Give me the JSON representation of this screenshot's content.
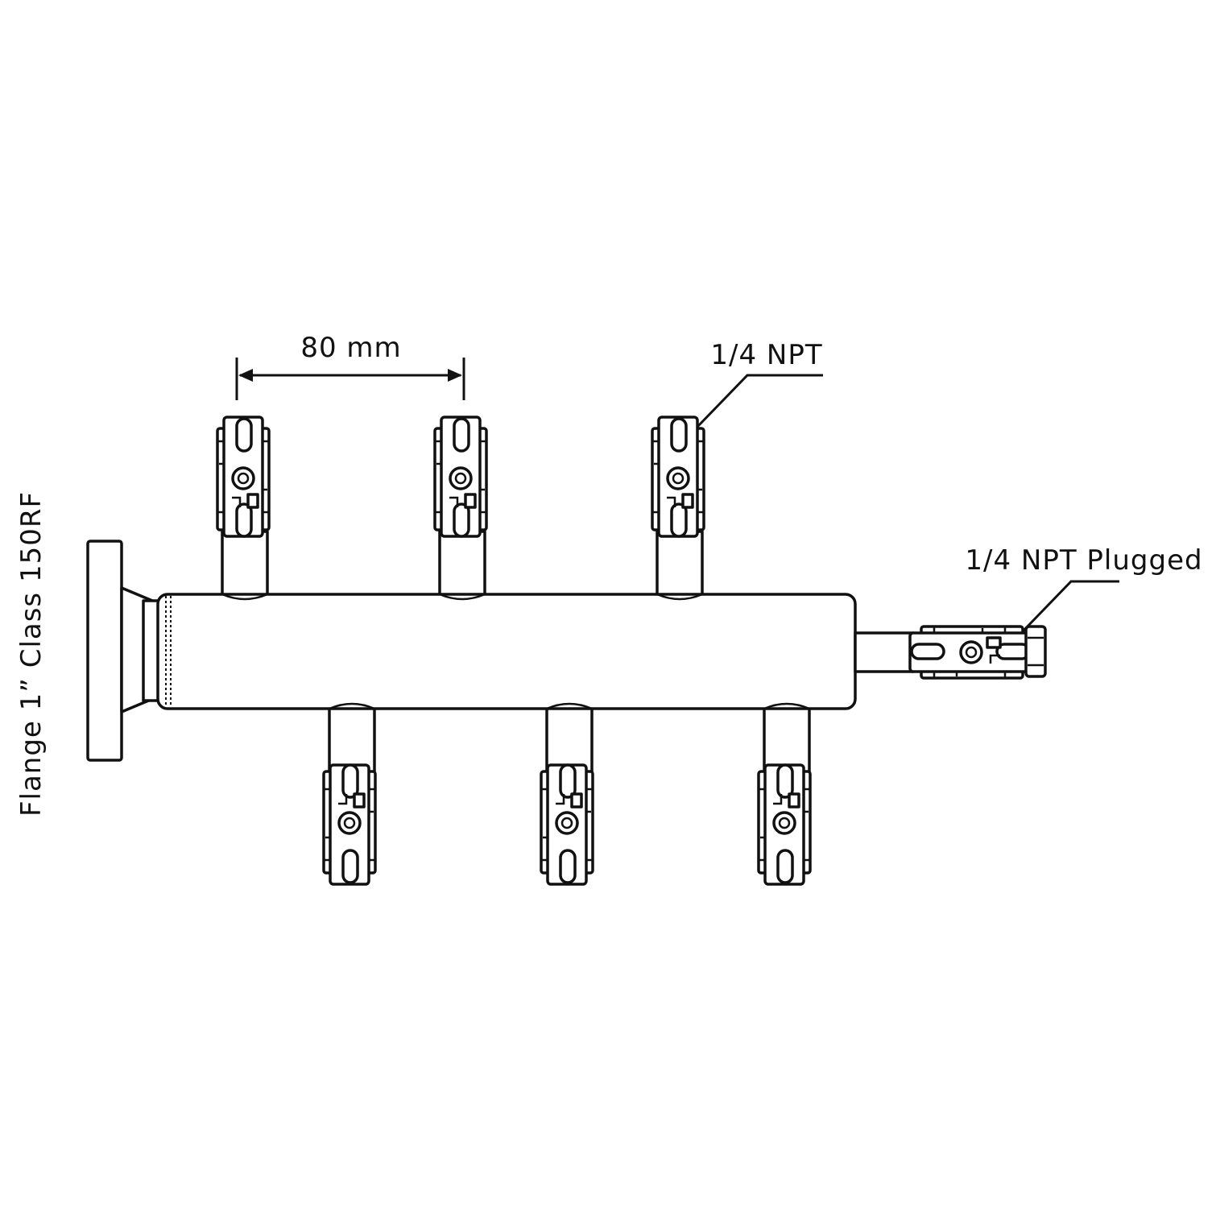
{
  "labels": {
    "spacing": "80 mm",
    "outlet": "1/4 NPT",
    "end_port": "1/4 NPT Plugged",
    "flange": "Flange 1” Class 150RF"
  },
  "valves": {
    "top": [
      "valve-top-1",
      "valve-top-2",
      "valve-top-3"
    ],
    "bottom": [
      "valve-bottom-1",
      "valve-bottom-2",
      "valve-bottom-3"
    ]
  },
  "colors": {
    "line": "#111111",
    "background": "#ffffff"
  }
}
